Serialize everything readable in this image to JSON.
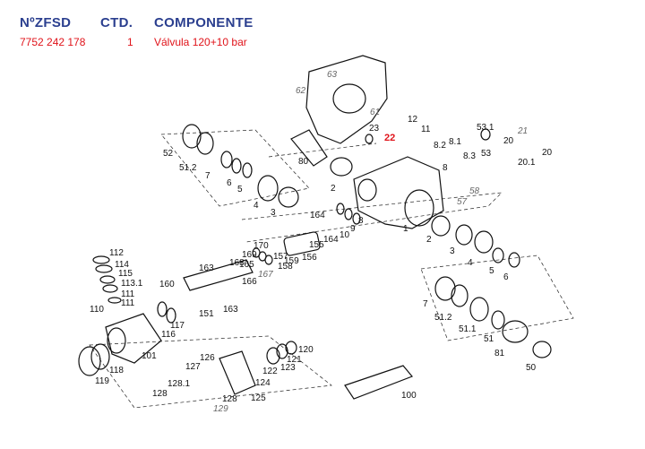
{
  "header": {
    "col_code": "NºZFSD",
    "col_qty": "CTD.",
    "col_component": "COMPONENTE",
    "code": "7752 242 178",
    "qty": "1",
    "component": "Válvula 120+10 bar"
  },
  "labels": {
    "l52": "52",
    "l51_2": "51.2",
    "l7": "7",
    "l6": "6",
    "l5": "5",
    "l4": "4",
    "l3": "3",
    "l80": "80",
    "l2": "2",
    "l2b": "2",
    "l61": "61",
    "l63": "63",
    "l62": "62",
    "l12": "12",
    "l11": "11",
    "l23": "23",
    "l22": "22",
    "l8_2": "8.2",
    "l8_1": "8.1",
    "l8": "8",
    "l8_3": "8.3",
    "l53_1": "53.1",
    "l21": "21",
    "l20": "20",
    "l53": "53",
    "l20_1": "20.1",
    "l20b": "20",
    "l58": "58",
    "l57": "57",
    "l164": "164",
    "l155": "155",
    "l164b": "164",
    "l10": "10",
    "l9": "9",
    "l8b": "8",
    "l170": "170",
    "l169": "169",
    "l168": "168",
    "l167": "167",
    "l165": "165",
    "l166": "166",
    "l158": "158",
    "l159": "159",
    "l156": "156",
    "l157": "157",
    "l1": "1",
    "l3b": "3",
    "l4b": "4",
    "l5b": "5",
    "l6b": "6",
    "l112": "112",
    "l114": "114",
    "l115": "115",
    "l113_1": "113.1",
    "l111": "111",
    "l111b": "111",
    "l110": "110",
    "l163": "163",
    "l160": "160",
    "l163b": "163",
    "l151": "151",
    "l117": "117",
    "l116": "116",
    "l101": "101",
    "l118": "118",
    "l119": "119",
    "l7b": "7",
    "l51_2b": "51.2",
    "l51_1": "51.1",
    "l51": "51",
    "l81": "81",
    "l50": "50",
    "l127": "127",
    "l126": "126",
    "l128_1": "128.1",
    "l128": "128",
    "l128b": "128",
    "l129": "129",
    "l125": "125",
    "l124": "124",
    "l122": "122",
    "l123": "123",
    "l121": "121",
    "l120": "120",
    "l100": "100"
  }
}
